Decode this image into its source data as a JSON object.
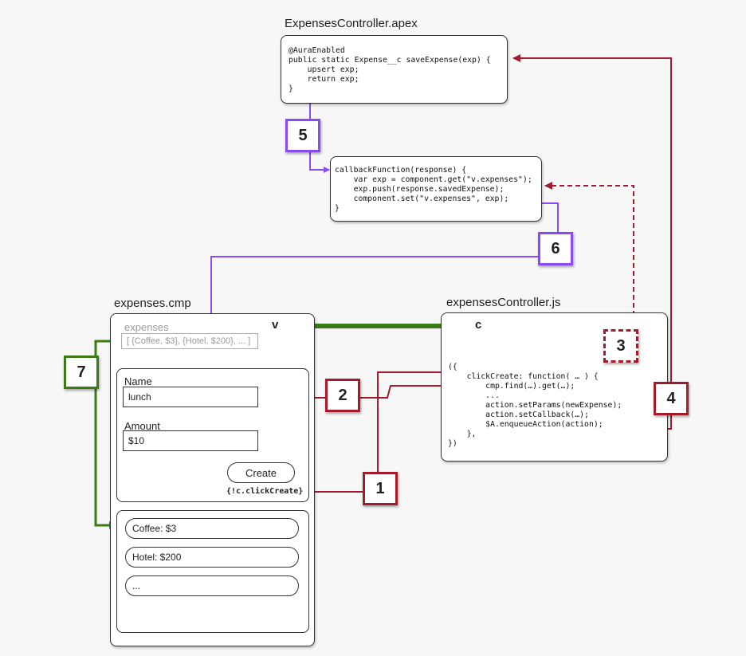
{
  "apex": {
    "title": "ExpensesController.apex",
    "code": "@AuraEnabled\npublic static Expense__c saveExpense(exp) {\n    upsert exp;\n    return exp;\n}"
  },
  "callback": {
    "code": "callbackFunction(response) {\n    var exp = component.get(\"v.expenses\");\n    exp.push(response.savedExpense);\n    component.set(\"v.expenses\", exp);\n}"
  },
  "component": {
    "title": "expenses.cmp",
    "v_label": "v",
    "attr_name": "expenses",
    "attr_value": "[ {Coffee, $3}, {Hotel, $200}, ... ]",
    "name_label": "Name",
    "name_value": "lunch",
    "amount_label": "Amount",
    "amount_value": "$10",
    "create_label": "Create",
    "binding": "{!c.clickCreate}",
    "list_items": [
      "Coffee: $3",
      "Hotel: $200",
      "..."
    ]
  },
  "controller": {
    "title": "expensesController.js",
    "c_label": "c",
    "code": "({\n    clickCreate: function( … ) {\n        cmp.find(…).get(…);\n        ...\n        action.setParams(newExpense);\n        action.setCallback(…);\n        $A.enqueueAction(action);\n    },\n})"
  },
  "steps": [
    "1",
    "2",
    "3",
    "4",
    "5",
    "6",
    "7"
  ],
  "colors": {
    "purple": "#8a4cf0",
    "red": "#a11d2c",
    "green": "#3a7a17"
  }
}
